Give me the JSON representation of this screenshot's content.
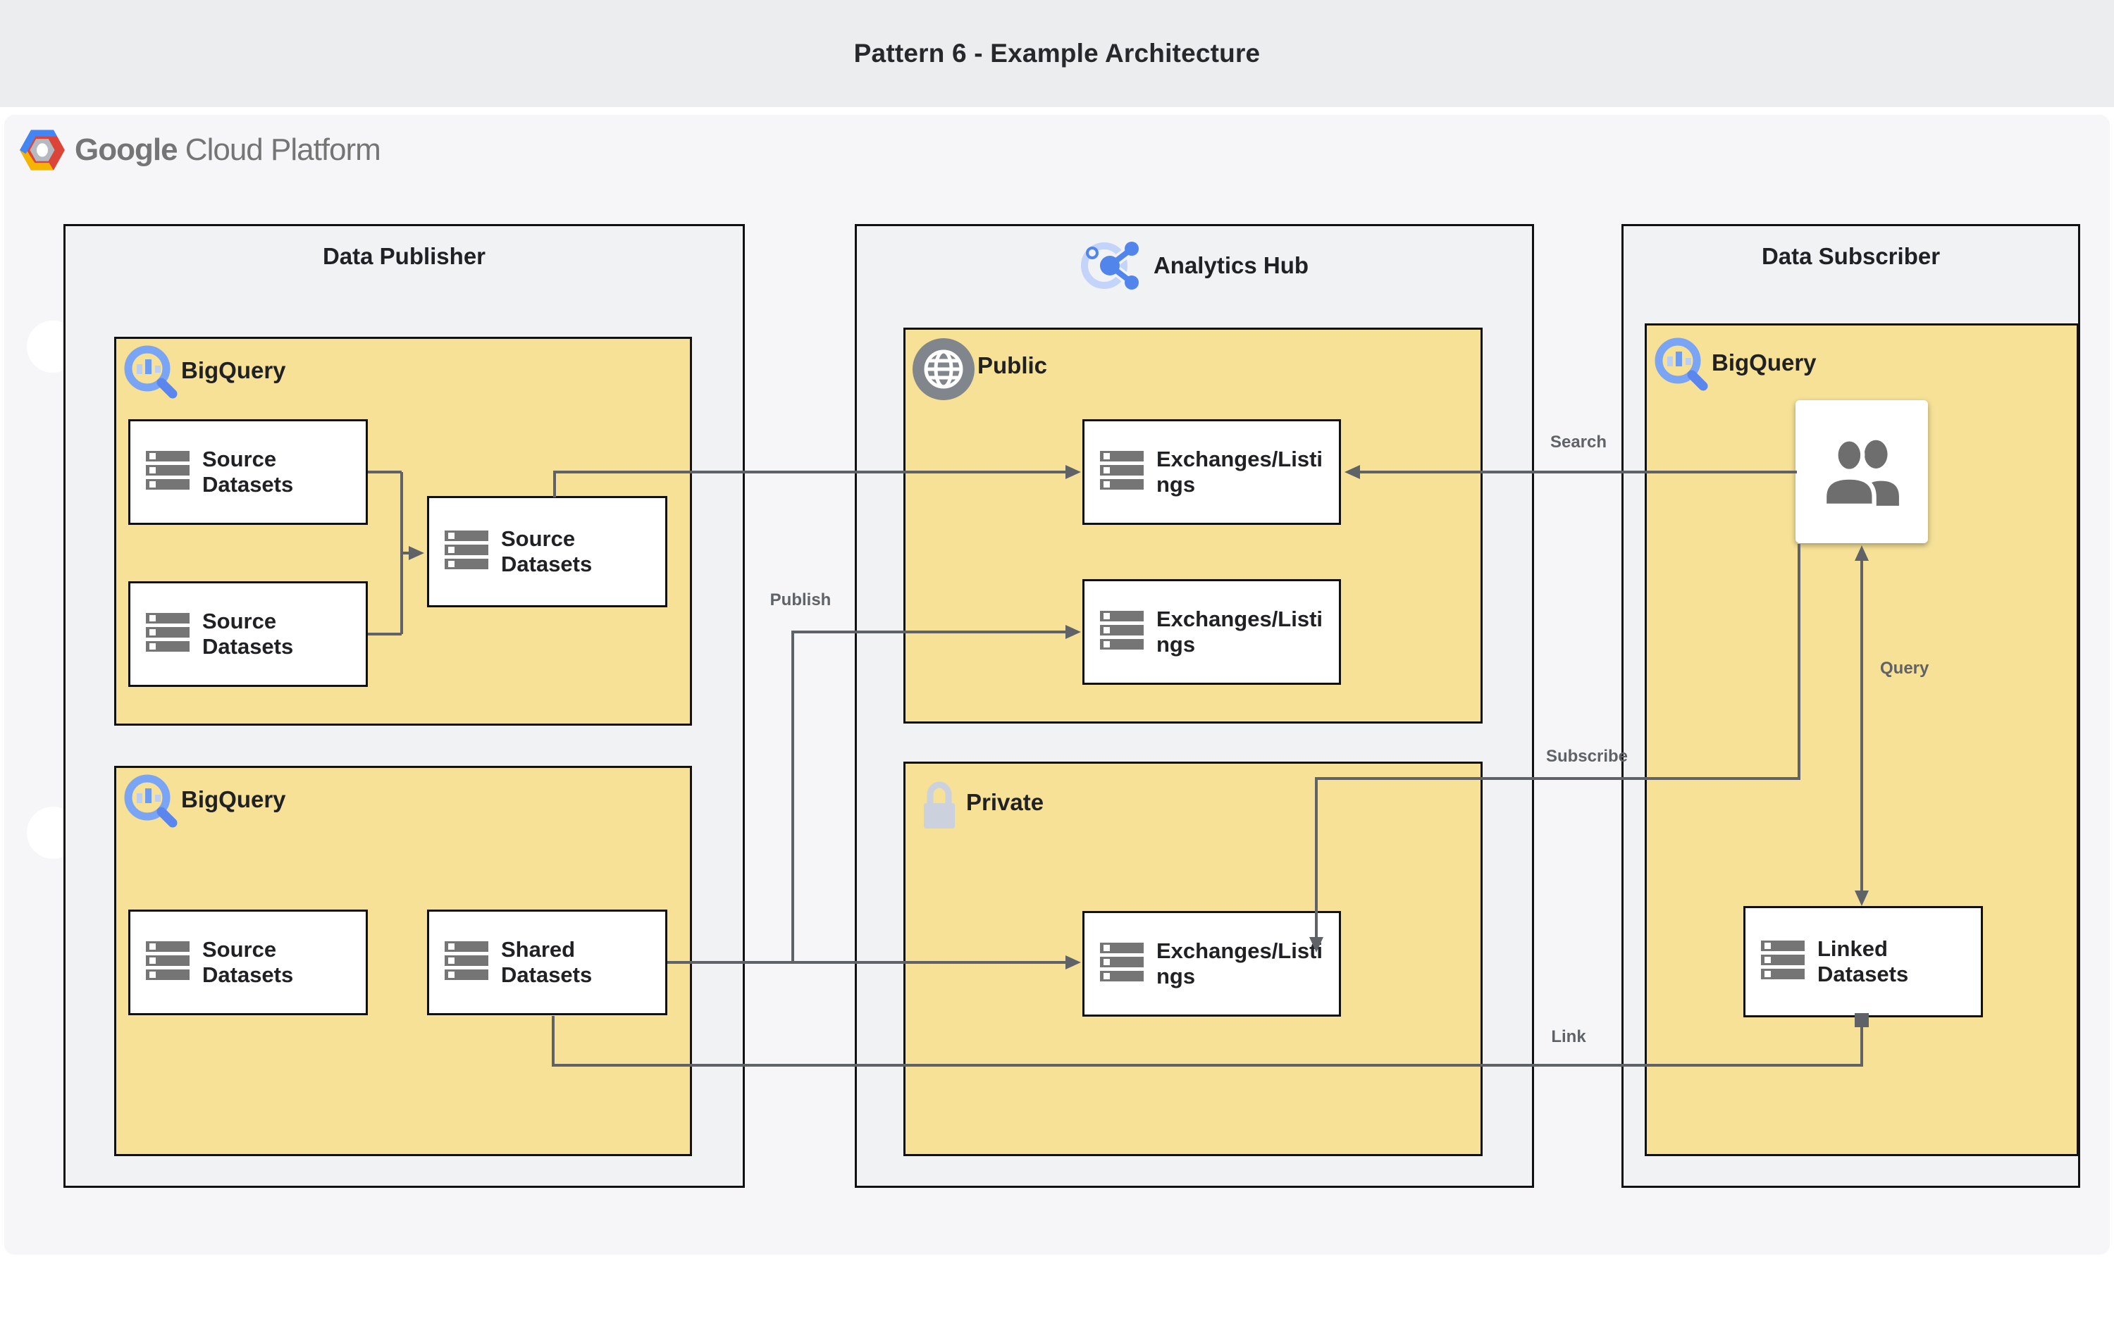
{
  "page_title": "Pattern 6 - Example Architecture",
  "logo": {
    "brand": "Google",
    "suffix": "Cloud Platform"
  },
  "publisher": {
    "title": "Data Publisher",
    "bq_top": {
      "label": "BigQuery",
      "nodes": [
        {
          "label": "Source Datasets"
        },
        {
          "label": "Source Datasets"
        },
        {
          "label": "Source Datasets"
        }
      ]
    },
    "bq_bottom": {
      "label": "BigQuery",
      "nodes": [
        {
          "label": "Source Datasets"
        },
        {
          "label": "Shared Datasets"
        }
      ]
    }
  },
  "hub": {
    "title": "Analytics Hub",
    "public_section": {
      "label": "Public",
      "nodes": [
        {
          "label": "Exchanges/Listings"
        },
        {
          "label": "Exchanges/Listings"
        }
      ]
    },
    "private_section": {
      "label": "Private",
      "nodes": [
        {
          "label": "Exchanges/Listings"
        }
      ]
    }
  },
  "subscriber": {
    "title": "Data Subscriber",
    "bq": {
      "label": "BigQuery",
      "nodes": [
        {
          "label": "Linked Datasets"
        }
      ]
    }
  },
  "edge_labels": {
    "search": "Search",
    "publish": "Publish",
    "subscribe": "Subscribe",
    "query": "Query",
    "link": "Link"
  },
  "icons": {
    "gcp_hexagon": "google-cloud-platform-logo",
    "bigquery": "bigquery-magnifier-icon",
    "analytics_hub": "analytics-hub-share-icon",
    "globe": "public-globe-icon",
    "lock": "private-lock-icon",
    "datasets": "stacked-datasets-icon",
    "people": "subscriber-users-icon"
  },
  "colors": {
    "title_band": "#ebedee",
    "content_card": "#f6f6f8",
    "container_gray": "#f0f2f4",
    "zone_yellow": "#f6e196",
    "border_black": "#111111",
    "wire_gray": "#5f6368",
    "edge_label_gray": "#5f6368",
    "icon_gray": "#757575",
    "lock_gray": "#ccd2dd",
    "bigquery_blue": "#7aa4f4",
    "hub_blue": "#5285ec",
    "hub_light_blue": "#c3d3f9",
    "gcp_blue": "#4285f4",
    "gcp_red": "#db4437",
    "gcp_yellow": "#f4b400",
    "text_dark": "#202124"
  }
}
